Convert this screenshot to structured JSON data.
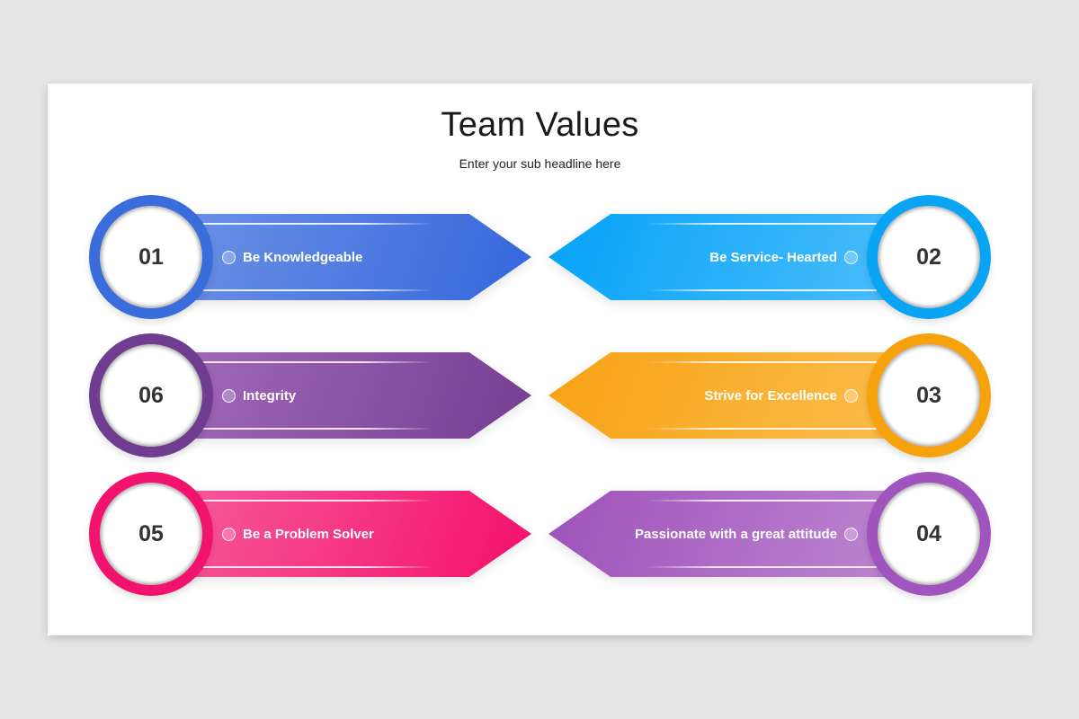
{
  "slide": {
    "title": "Team Values",
    "subtitle": "Enter your sub headline here"
  },
  "values": {
    "v01": {
      "number": "01",
      "label": "Be Knowledgeable",
      "color": "#3a6ddc",
      "gradient": [
        "#7195e6",
        "#3466dc"
      ]
    },
    "v02": {
      "number": "02",
      "label": "Be Service- Hearted",
      "color": "#0aa4f5",
      "gradient": [
        "#06a3f7",
        "#52bffb"
      ]
    },
    "v03": {
      "number": "03",
      "label": "Strive for Excellence",
      "color": "#f6a20c",
      "gradient": [
        "#f8a214",
        "#fbbf50"
      ]
    },
    "v04": {
      "number": "04",
      "label": "Passionate with a great attitude",
      "color": "#a055be",
      "gradient": [
        "#9e52ba",
        "#c08ad3"
      ]
    },
    "v05": {
      "number": "05",
      "label": "Be a Problem Solver",
      "color": "#f2136e",
      "gradient": [
        "#f7609e",
        "#f4106c"
      ]
    },
    "v06": {
      "number": "06",
      "label": "Integrity",
      "color": "#703c8f",
      "gradient": [
        "#a76cbd",
        "#743e92"
      ]
    }
  }
}
